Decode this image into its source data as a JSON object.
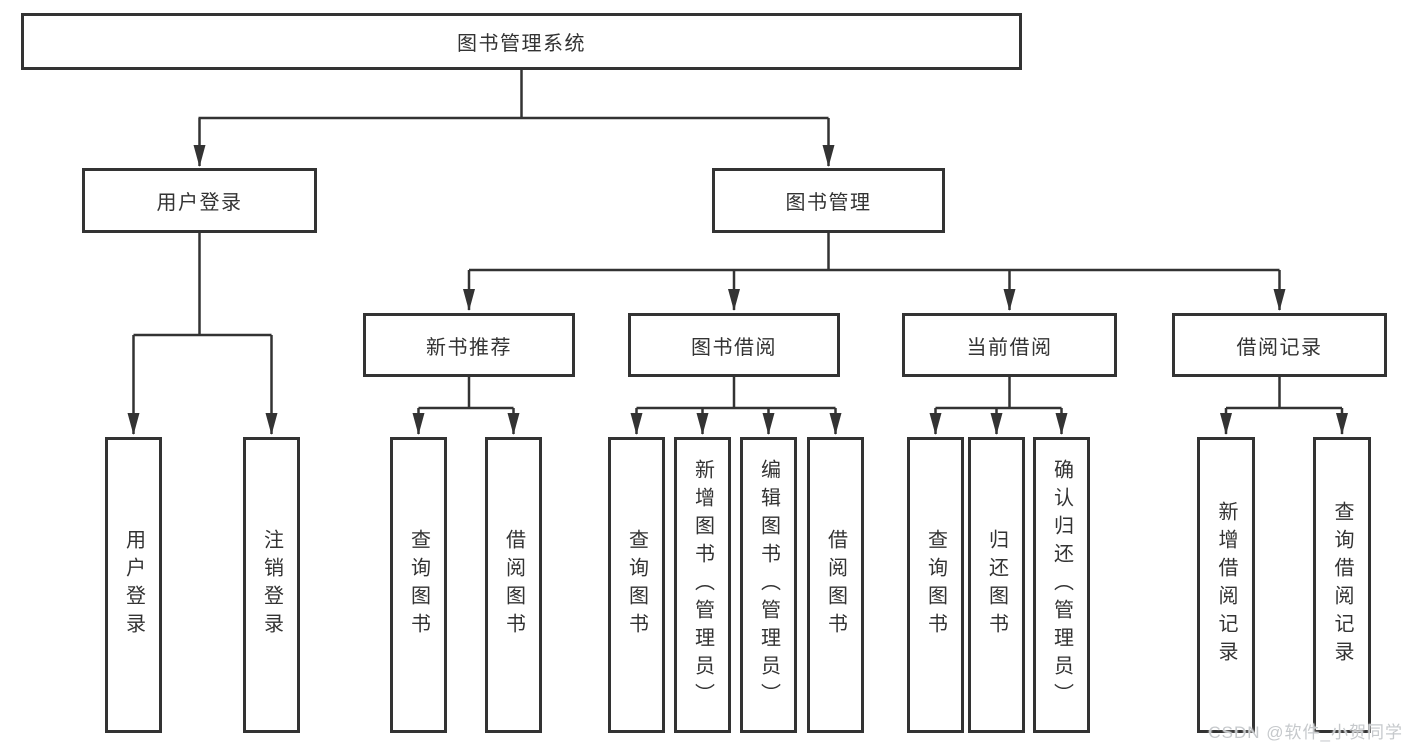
{
  "tree": {
    "root": {
      "label": "图书管理系统",
      "children": [
        {
          "label": "用户登录",
          "children": [
            {
              "label": "用户登录"
            },
            {
              "label": "注销登录"
            }
          ]
        },
        {
          "label": "图书管理",
          "children": [
            {
              "label": "新书推荐",
              "children": [
                {
                  "label": "查询图书"
                },
                {
                  "label": "借阅图书"
                }
              ]
            },
            {
              "label": "图书借阅",
              "children": [
                {
                  "label": "查询图书"
                },
                {
                  "label": "新增图书（管理员）"
                },
                {
                  "label": "编辑图书（管理员）"
                },
                {
                  "label": "借阅图书"
                }
              ]
            },
            {
              "label": "当前借阅",
              "children": [
                {
                  "label": "查询图书"
                },
                {
                  "label": "归还图书"
                },
                {
                  "label": "确认归还（管理员）"
                }
              ]
            },
            {
              "label": "借阅记录",
              "children": [
                {
                  "label": "新增借阅记录"
                },
                {
                  "label": "查询借阅记录"
                }
              ]
            }
          ]
        }
      ]
    }
  },
  "colors": {
    "line": "#333333",
    "text": "#333333",
    "background": "#ffffff",
    "watermark": "#c6c9cc"
  },
  "watermark": {
    "text": "CSDN @软件_小贺同学"
  }
}
